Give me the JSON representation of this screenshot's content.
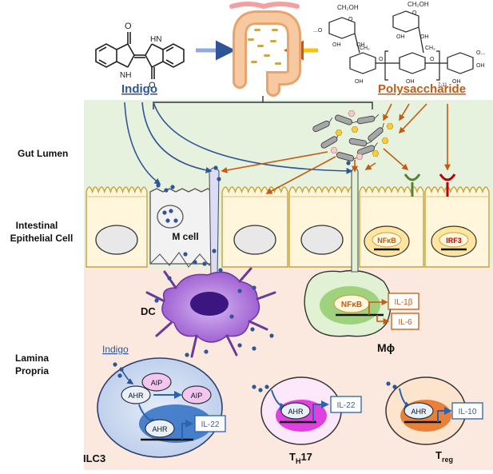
{
  "labels": {
    "indigo_top": "Indigo",
    "polysaccharide": "Polysaccharide",
    "gut_lumen": "Gut Lumen",
    "iec_line1": "Intestinal",
    "iec_line2": "Epithelial Cell",
    "m_cell": "M cell",
    "dc": "DC",
    "lamina_line1": "Lamina",
    "lamina_line2": "Propria",
    "indigo_lp": "Indigo",
    "macrophage": "Mϕ",
    "ilc3": "ILC3",
    "th17_main": "T",
    "th17_sub": "H",
    "th17_tail": "17",
    "treg_main": "T",
    "treg_sub": "reg"
  },
  "boxes": {
    "nfkb_iec": "NFκB",
    "irf3": "IRF3",
    "nfkb_mac": "NFκB",
    "il1b": "IL-1β",
    "il6": "IL-6",
    "aip_1": "AIP",
    "aip_2": "AIP",
    "ahr_ilc3_1": "AHR",
    "ahr_ilc3_2": "AHR",
    "il22_ilc3": "IL-22",
    "ahr_th17": "AHR",
    "il22_th17": "IL-22",
    "ahr_treg": "AHR",
    "il10": "IL-10"
  },
  "chem": {
    "o1": "O",
    "nh1": "NH",
    "hn1": "HN",
    "o2": "O",
    "ch2oh_1": "CH₂OH",
    "ch2oh_2": "CH₂OH",
    "oh_1": "OH",
    "oh_2": "OH",
    "oh_3": "OH",
    "oh_4": "OH",
    "oh_5": "OH",
    "oh_6": "OH",
    "oh_7": "OH",
    "oh_8": "OH",
    "ch2_1": "CH₂",
    "ch2_2": "CH₂",
    "o_r1": "O",
    "o_r2": "O",
    "o_r3": "O",
    "o_r4": "O",
    "dots_1": "...O",
    "dots_2": "O...",
    "repeat": "7-11"
  },
  "colors": {
    "lumen": "#e6f2de",
    "lamina": "#fbe9df",
    "indigo_blue": "#2f5597",
    "poly_orange": "#c55a11",
    "cell_fill": "#fff6dc",
    "cell_border": "#c9a23a",
    "dc_purple": "#9b59d0",
    "mac_green": "#b8dc9c",
    "ilc3_blue": "#c5d5ee",
    "th17_magenta": "#e040e0",
    "treg_orange": "#e8803a"
  }
}
